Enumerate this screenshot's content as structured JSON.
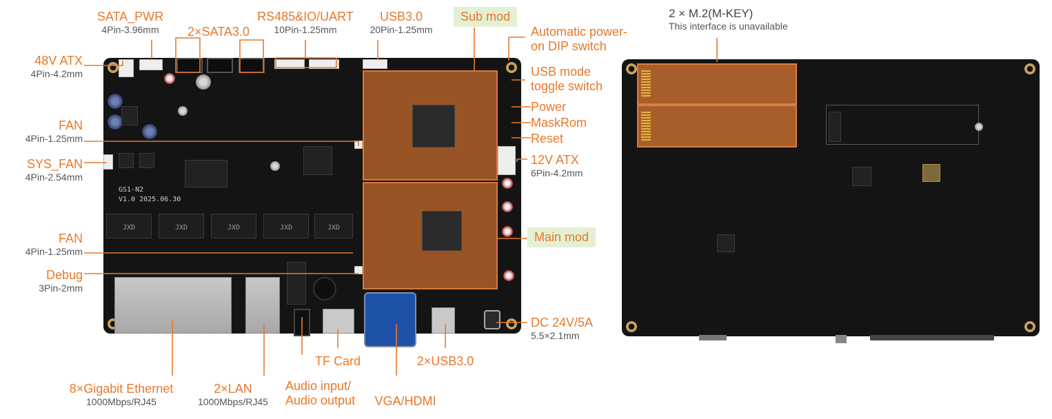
{
  "labels": {
    "sata_pwr": {
      "title": "SATA_PWR",
      "sub": "4Pin-3.96mm"
    },
    "atx48": {
      "title": "48V ATX",
      "sub": "4Pin-4.2mm"
    },
    "sata3": {
      "title": "2×SATA3.0"
    },
    "rs485": {
      "title": "RS485&IO/UART",
      "sub": "10Pin-1.25mm"
    },
    "usb3_top": {
      "title": "USB3.0",
      "sub": "20Pin-1.25mm"
    },
    "sub_mod": {
      "title": "Sub mod"
    },
    "dip": {
      "title": "Automatic power-",
      "title2": "on DIP switch"
    },
    "usb_mode": {
      "title": "USB mode",
      "title2": "toggle switch"
    },
    "power": {
      "title": "Power"
    },
    "maskrom": {
      "title": "MaskRom"
    },
    "reset": {
      "title": "Reset"
    },
    "fan1": {
      "title": "FAN",
      "sub": "4Pin-1.25mm"
    },
    "sys_fan": {
      "title": "SYS_FAN",
      "sub": "4Pin-2.54mm"
    },
    "atx12": {
      "title": "12V ATX",
      "sub": "6Pin-4.2mm"
    },
    "main_mod": {
      "title": "Main mod"
    },
    "fan2": {
      "title": "FAN",
      "sub": "4Pin-1.25mm"
    },
    "debug": {
      "title": "Debug",
      "sub": "3Pin-2mm"
    },
    "dc": {
      "title": "DC 24V/5A",
      "sub": "5.5×2.1mm"
    },
    "tf": {
      "title": "TF Card"
    },
    "usb3_front": {
      "title": "2×USB3.0"
    },
    "eth8": {
      "title": "8×Gigabit Ethernet",
      "sub": "1000Mbps/RJ45"
    },
    "lan2": {
      "title": "2×LAN",
      "sub": "1000Mbps/RJ45"
    },
    "audio": {
      "title": "Audio input/",
      "title2": "Audio output"
    },
    "vga": {
      "title": "VGA/HDMI"
    },
    "m2": {
      "title": "2 × M.2(M-KEY)",
      "sub": "This interface is unavailable"
    }
  },
  "board": {
    "model": "GS1-N2",
    "version": "V1.0 2025.06.30",
    "transformer_text": "JXD"
  },
  "colors": {
    "accent": "#e8782a",
    "module": "#cd6e2d",
    "board": "#141414",
    "tag_bg": "#e3f0d4"
  }
}
